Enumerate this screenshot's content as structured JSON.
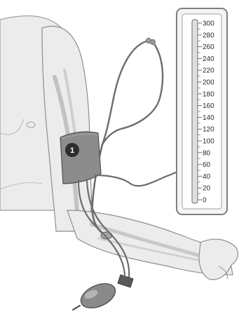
{
  "callout": {
    "number": "1"
  },
  "manometer": {
    "scale_labels": [
      "300",
      "280",
      "260",
      "240",
      "220",
      "200",
      "180",
      "160",
      "140",
      "120",
      "100",
      "80",
      "60",
      "40",
      "20",
      "0"
    ],
    "reading": 0
  },
  "colors": {
    "skin": "#ececec",
    "outline": "#8f8f8f",
    "artery": "#c2c2c2",
    "cuff": "#8c8c8c",
    "tube": "#6d6d6d",
    "gauge_frame": "#7f7f7f",
    "badge": "#2d2d2d"
  },
  "icons": [
    "stethoscope-icon",
    "blood-pressure-cuff-icon",
    "inflation-bulb-icon",
    "manometer-icon"
  ]
}
